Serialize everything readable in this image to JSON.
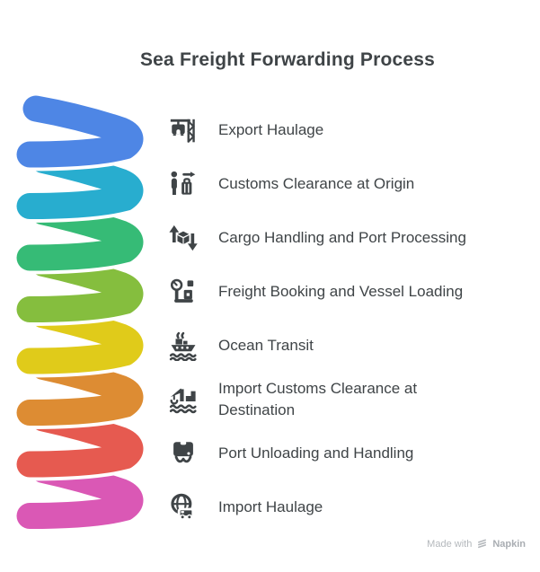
{
  "title": "Sea Freight Forwarding Process",
  "steps": [
    {
      "label": "Export Haulage",
      "icon": "crane-icon",
      "color": "#4e86e5"
    },
    {
      "label": "Customs Clearance at Origin",
      "icon": "person-luggage-icon",
      "color": "#28adcf"
    },
    {
      "label": "Cargo Handling and Port Processing",
      "icon": "cargo-arrows-icon",
      "color": "#36bb76"
    },
    {
      "label": "Freight Booking and Vessel Loading",
      "icon": "freight-scale-icon",
      "color": "#85be3e"
    },
    {
      "label": "Ocean Transit",
      "icon": "ship-icon",
      "color": "#e0cb1a"
    },
    {
      "label": "Import Customs Clearance at",
      "label_line2": "Destination",
      "icon": "port-crane-icon",
      "color": "#dd8c33"
    },
    {
      "label": "Port Unloading and Handling",
      "icon": "container-hook-icon",
      "color": "#e65a50"
    },
    {
      "label": "Import Haulage",
      "icon": "globe-truck-icon",
      "color": "#da58b5"
    }
  ],
  "watermark": {
    "prefix": "Made with",
    "brand": "Napkin"
  },
  "colors": {
    "title": "#3f4447",
    "text": "#3f4447",
    "icon": "#3f4447",
    "watermark": "#b4b8bc",
    "background": "#ffffff"
  }
}
